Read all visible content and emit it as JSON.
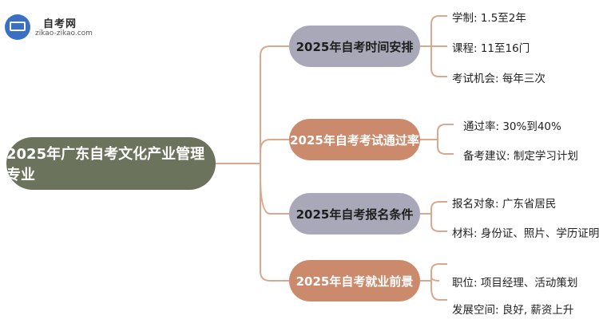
{
  "logo": {
    "title": "自考网",
    "subtitle": "zikao-zikao.com"
  },
  "root": {
    "label": "2025年广东自考文化产业管理专业"
  },
  "branches": [
    {
      "label": "2025年自考时间安排",
      "color": "#a9a8b8",
      "items": [
        "学制: 1.5至2年",
        "课程: 11至16门",
        "考试机会: 每年三次"
      ]
    },
    {
      "label": "2025年自考考试通过率",
      "color": "#cc8a6c",
      "items": [
        "通过率: 30%到40%",
        "备考建议: 制定学习计划"
      ]
    },
    {
      "label": "2025年自考报名条件",
      "color": "#a9a8b8",
      "items": [
        "报名对象: 广东省居民",
        "材料: 身份证、照片、学历证明"
      ]
    },
    {
      "label": "2025年自考就业前景",
      "color": "#cc8a6c",
      "items": [
        "职位: 项目经理、活动策划",
        "发展空间: 良好, 薪资上升"
      ]
    }
  ],
  "line_color": "#d9a88f"
}
